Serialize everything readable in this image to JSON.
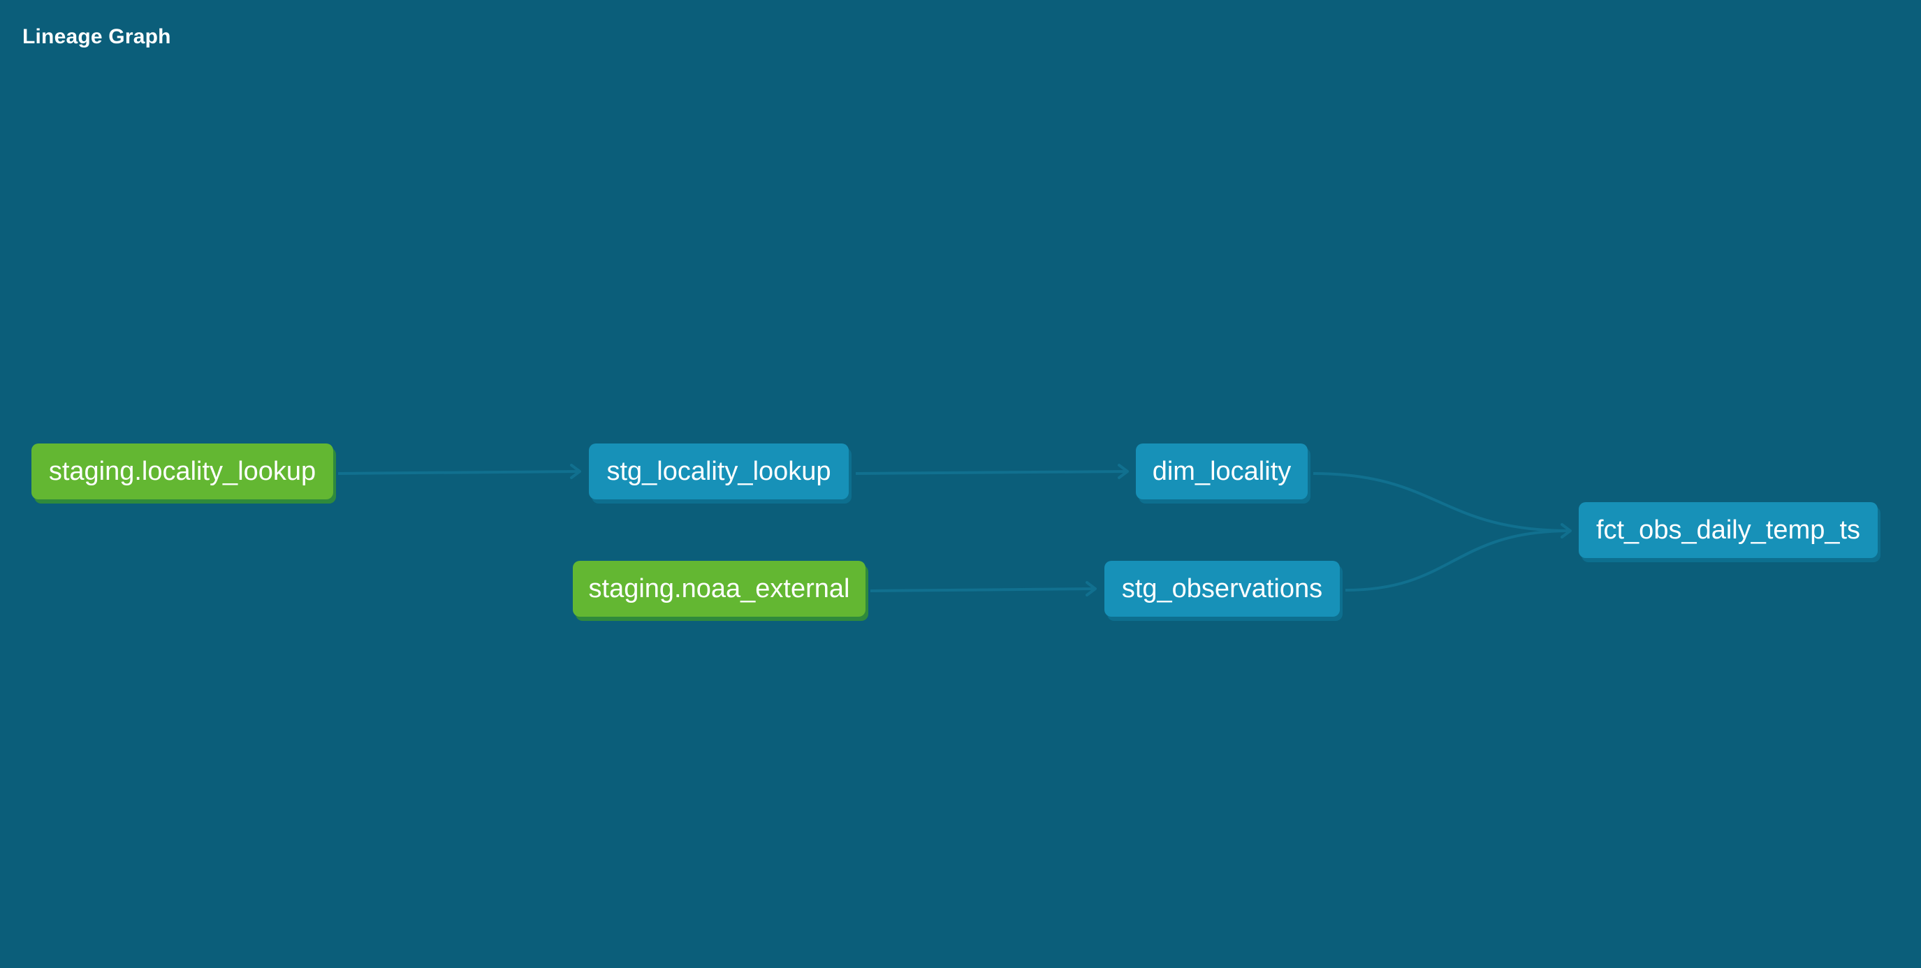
{
  "header": {
    "title": "Lineage Graph"
  },
  "colors": {
    "background": "#0b5e7a",
    "source_node": "#63b732",
    "model_node": "#1791b8",
    "edge": "#11708f"
  },
  "nodes": {
    "staging_locality_lookup": {
      "label": "staging.locality_lookup",
      "kind": "source"
    },
    "stg_locality_lookup": {
      "label": "stg_locality_lookup",
      "kind": "model"
    },
    "dim_locality": {
      "label": "dim_locality",
      "kind": "model"
    },
    "staging_noaa_external": {
      "label": "staging.noaa_external",
      "kind": "source"
    },
    "stg_observations": {
      "label": "stg_observations",
      "kind": "model"
    },
    "fct_obs_daily_temp_ts": {
      "label": "fct_obs_daily_temp_ts",
      "kind": "model"
    }
  },
  "edges": [
    {
      "from": "staging.locality_lookup",
      "to": "stg_locality_lookup"
    },
    {
      "from": "stg_locality_lookup",
      "to": "dim_locality"
    },
    {
      "from": "dim_locality",
      "to": "fct_obs_daily_temp_ts"
    },
    {
      "from": "staging.noaa_external",
      "to": "stg_observations"
    },
    {
      "from": "stg_observations",
      "to": "fct_obs_daily_temp_ts"
    }
  ]
}
